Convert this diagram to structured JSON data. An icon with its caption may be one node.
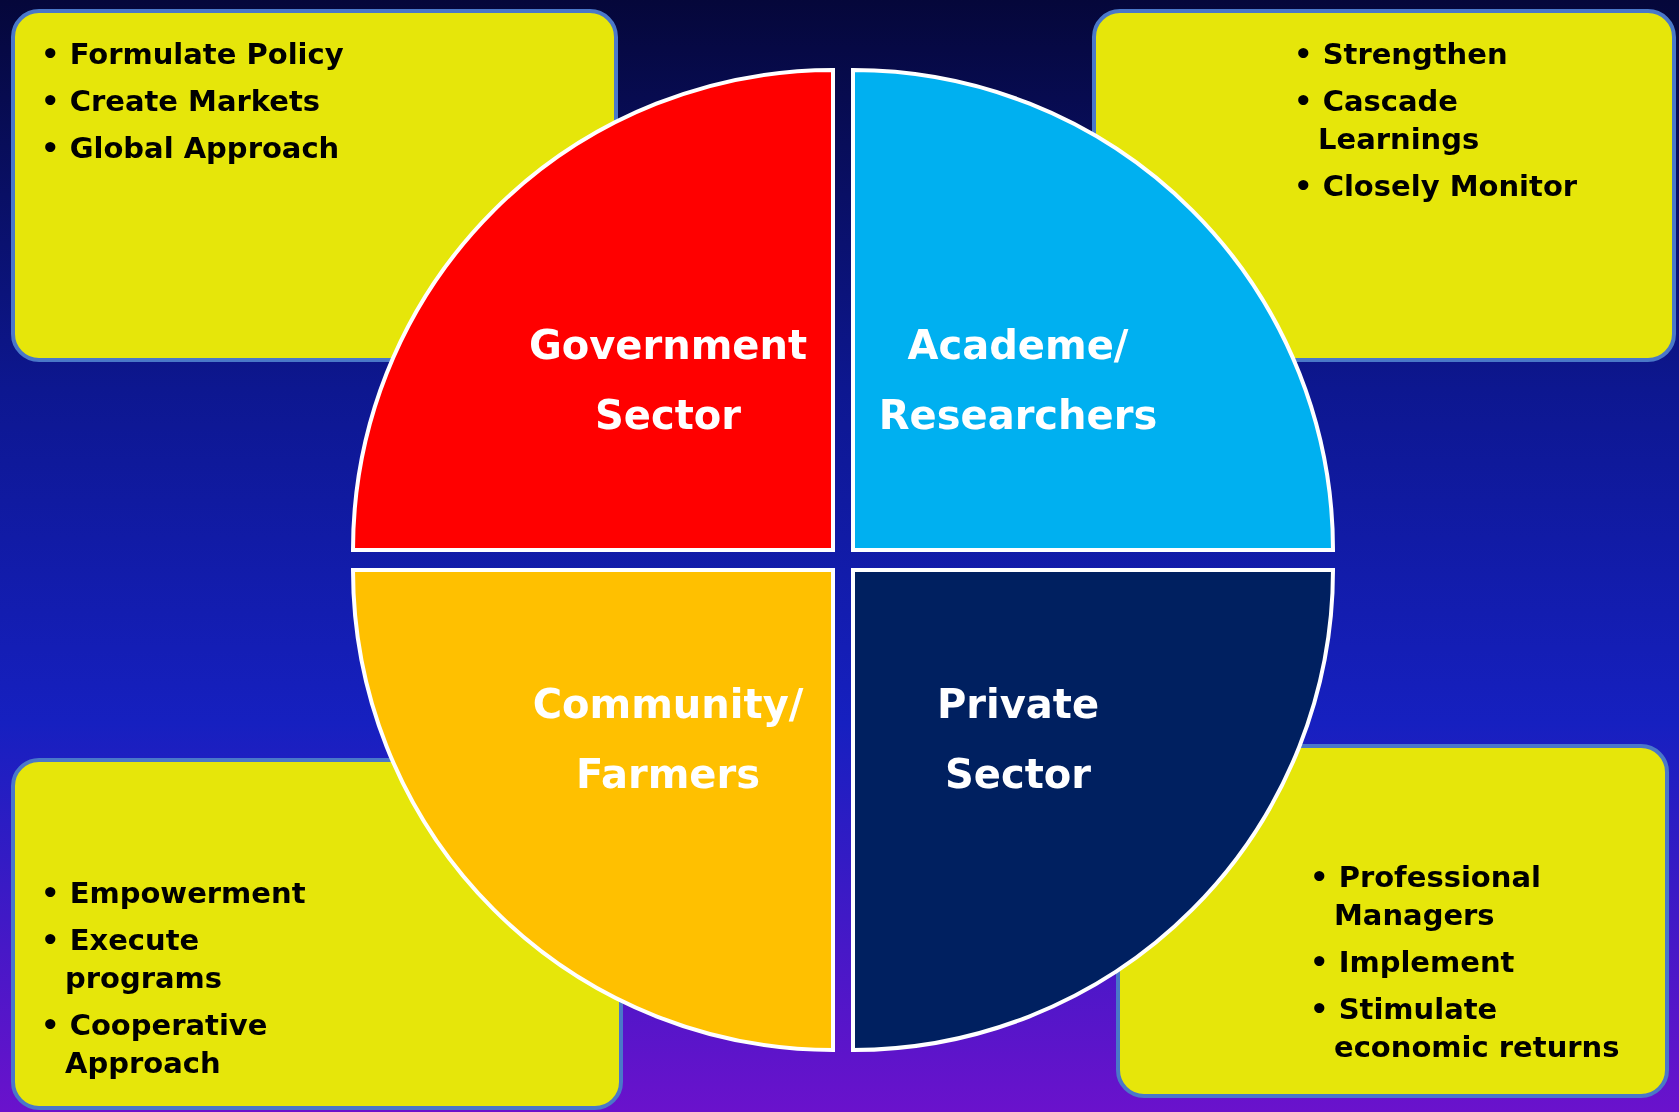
{
  "diagram": {
    "nodes": [
      {
        "text": [
          "• Formulate Policy",
          "• Create Markets",
          "• Global Approach"
        ]
      },
      {
        "text": [
          "• Strengthen",
          "• Cascade Learnings",
          "• Closely Monitor"
        ]
      },
      {
        "text": [
          "Government Sector"
        ]
      },
      {
        "text": [
          "Academe/ Researchers"
        ]
      },
      {
        "text": [
          "Community/ Farmers"
        ]
      },
      {
        "text": [
          "Private Sector"
        ]
      },
      {
        "text": [
          "• Empowerment",
          "• Execute programs",
          "• Cooperative Approach"
        ]
      },
      {
        "text": [
          "• Professional Managers",
          "• Implement",
          "• Stimulate economic returns"
        ]
      }
    ]
  }
}
